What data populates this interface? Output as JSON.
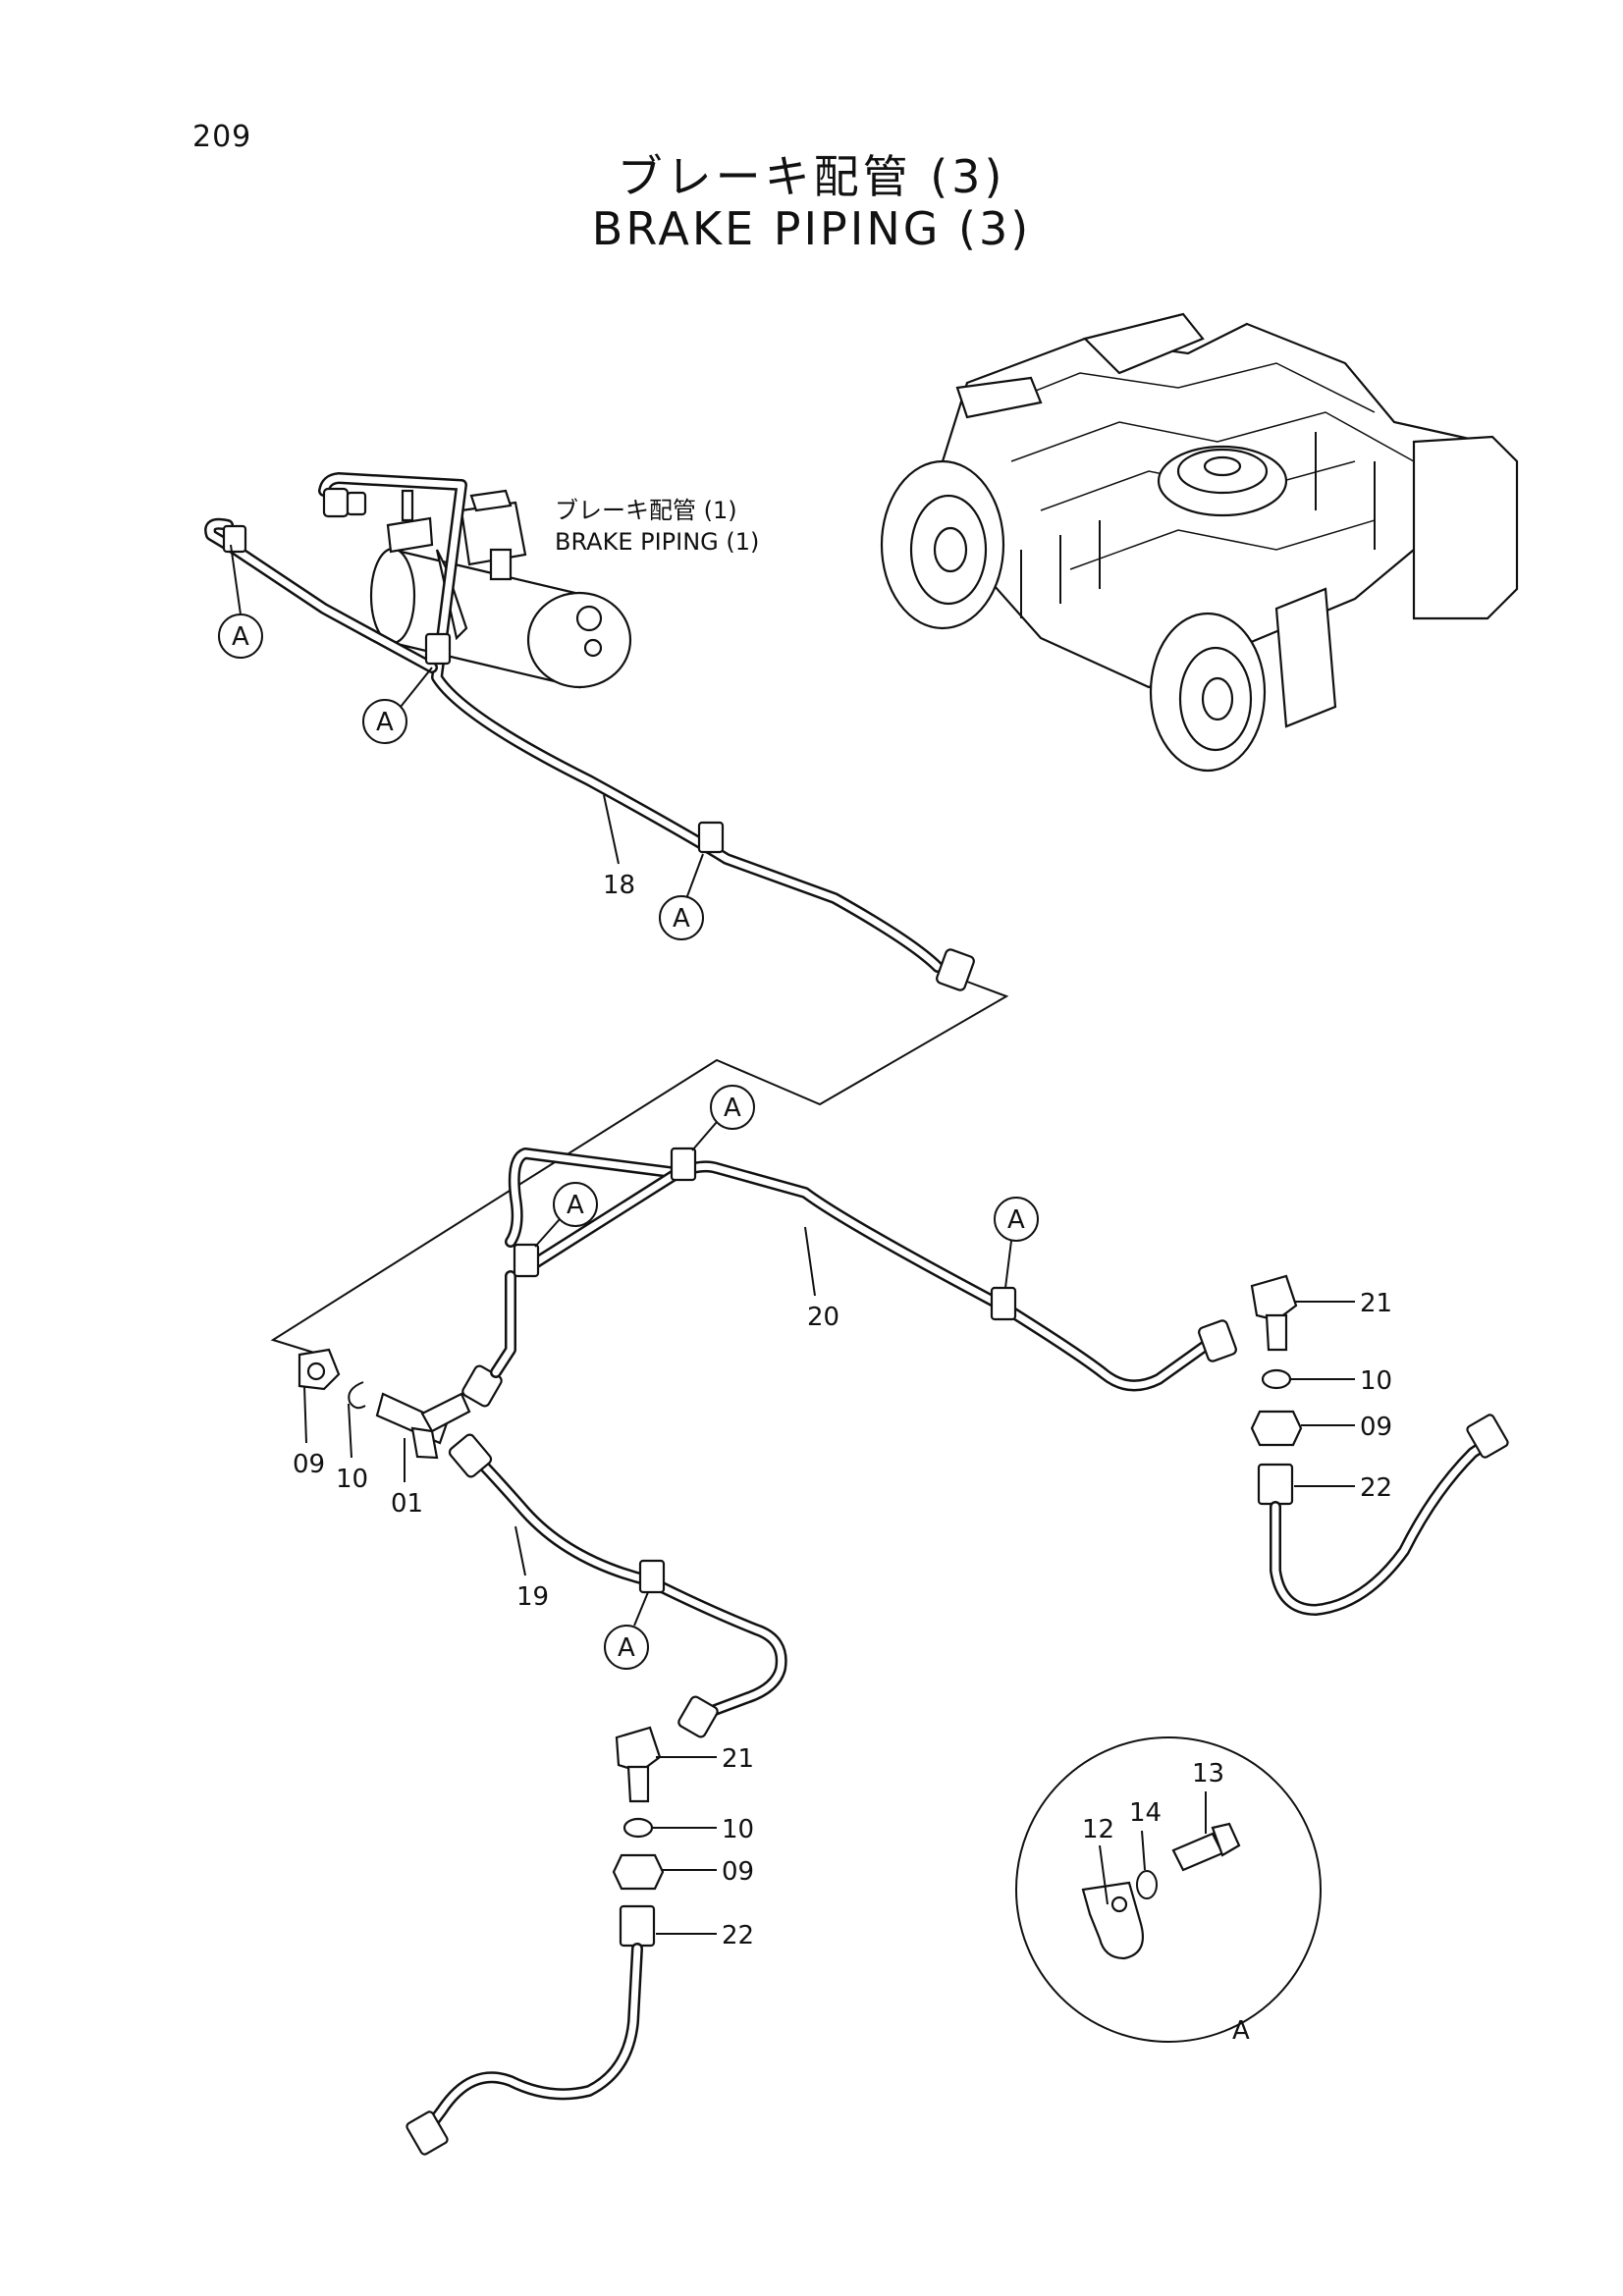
{
  "page_number": "209",
  "title_jp": "ブレーキ配管 (3)",
  "title_en": "BRAKE PIPING (3)",
  "reference_note": {
    "jp": "ブレーキ配管 (1)",
    "en": "BRAKE PIPING (1)"
  },
  "detail_marker": "A",
  "detail_label": "A",
  "callouts": {
    "p18": "18",
    "p20": "20",
    "p19": "19",
    "p09a": "09",
    "p10a": "10",
    "p01": "01",
    "p21a": "21",
    "p10b": "10",
    "p09b": "09",
    "p22a": "22",
    "p21b": "21",
    "p10c": "10",
    "p09c": "09",
    "p22b": "22",
    "p12": "12",
    "p14": "14",
    "p13": "13"
  }
}
